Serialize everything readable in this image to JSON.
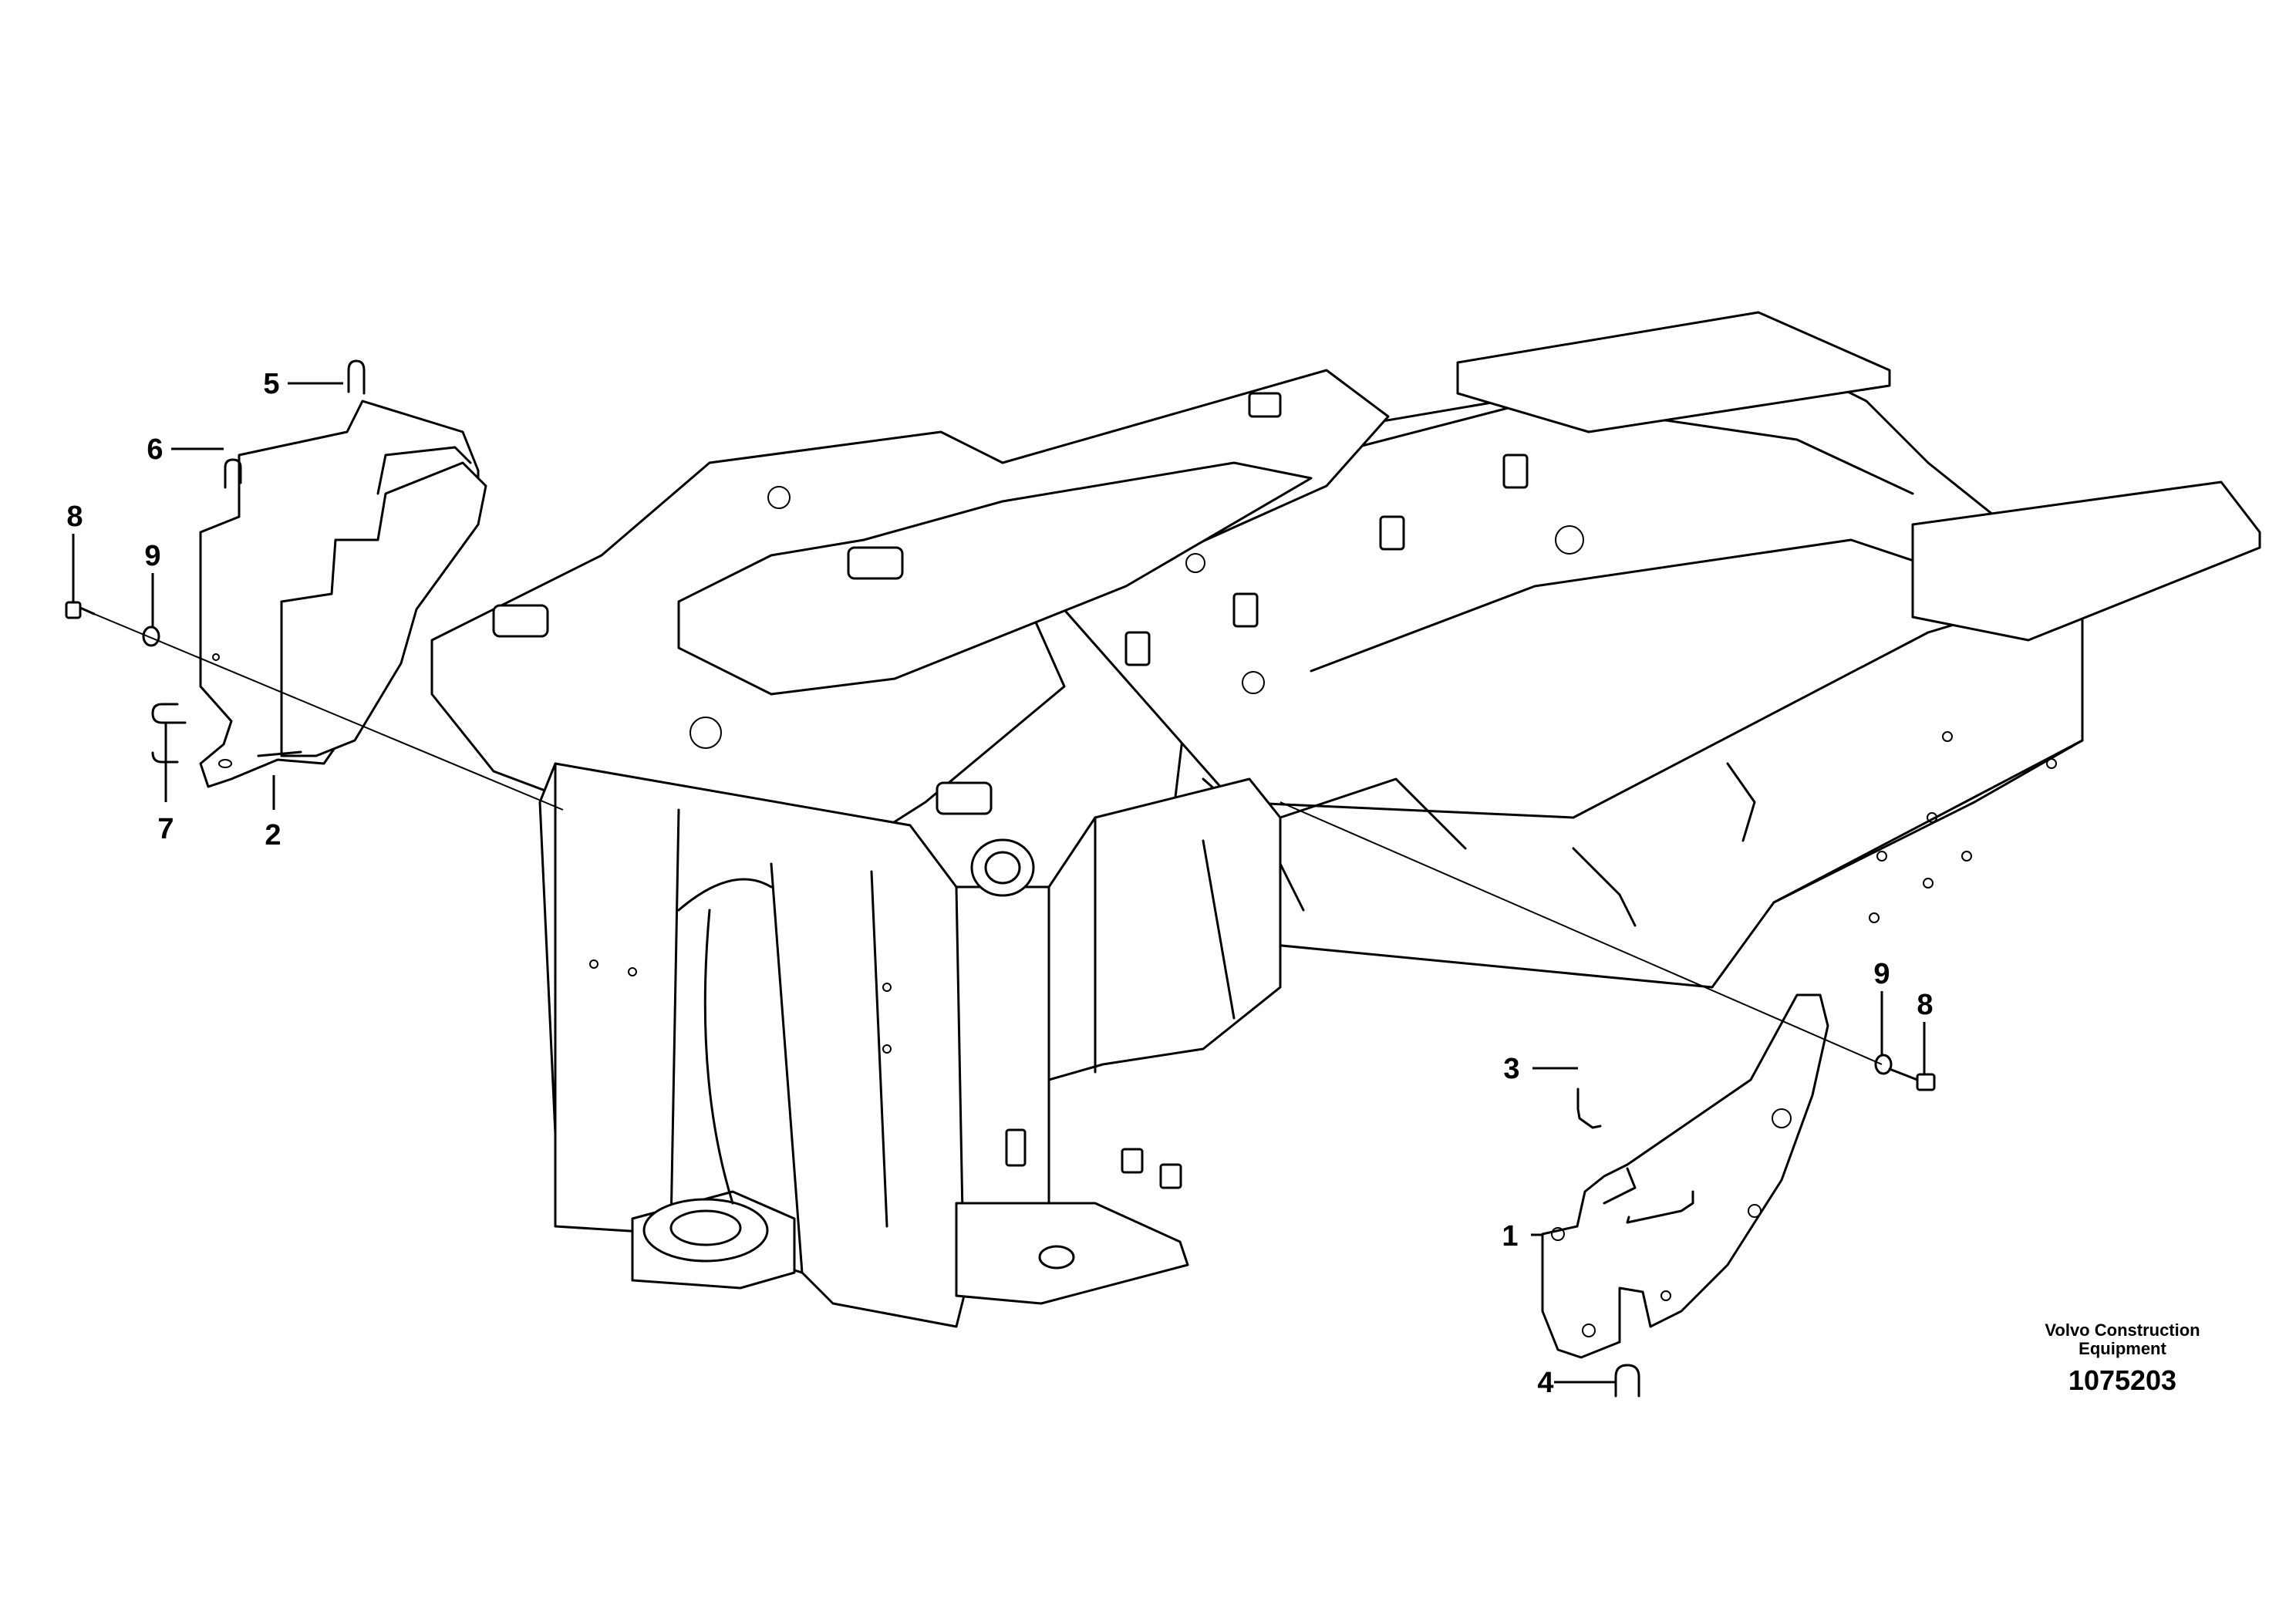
{
  "callouts": [
    {
      "label": "1"
    },
    {
      "label": "2"
    },
    {
      "label": "3"
    },
    {
      "label": "4"
    },
    {
      "label": "5"
    },
    {
      "label": "6"
    },
    {
      "label": "7"
    },
    {
      "label": "8"
    },
    {
      "label": "9"
    },
    {
      "label": "8"
    },
    {
      "label": "9"
    }
  ],
  "manufacturer": {
    "line1": "Volvo Construction",
    "line2": "Equipment"
  },
  "illustration_number": "1075203"
}
